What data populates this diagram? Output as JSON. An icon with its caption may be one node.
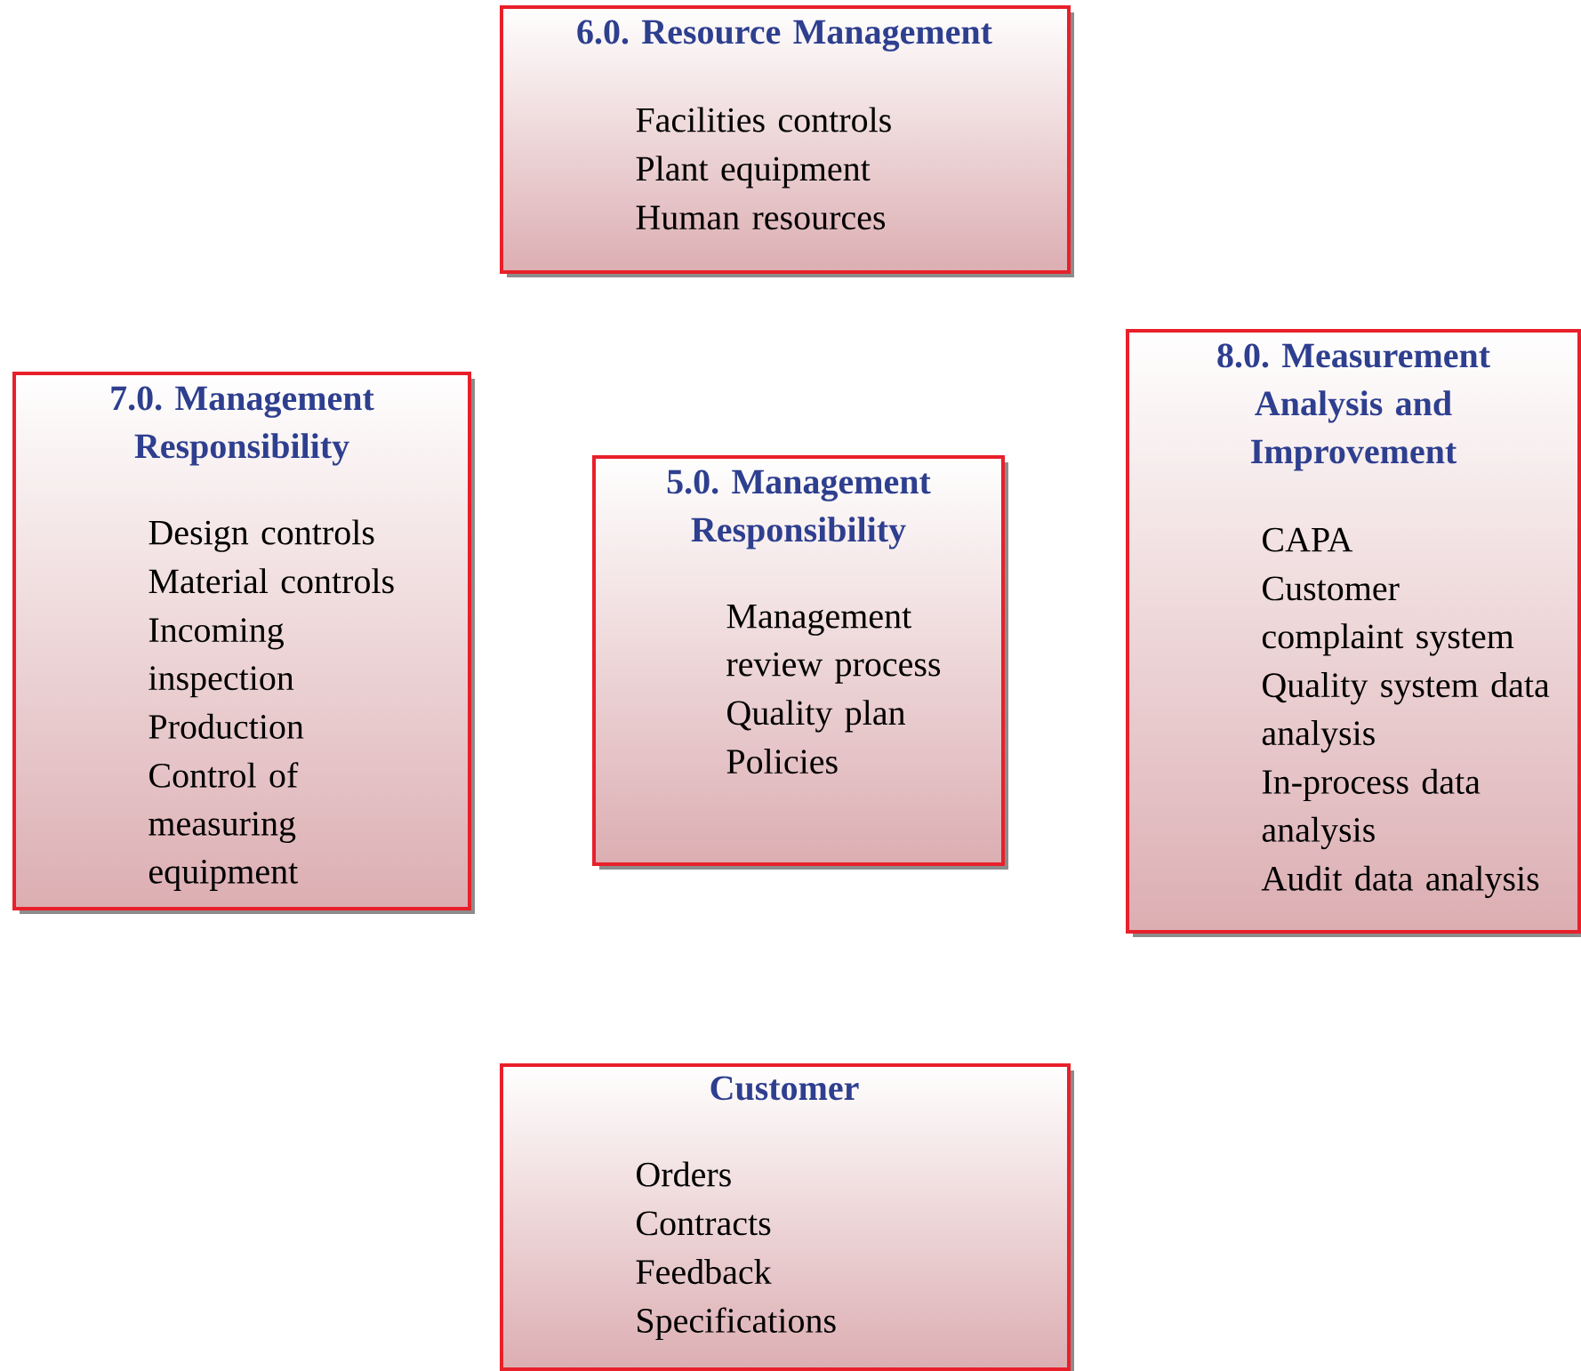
{
  "diagram": {
    "nodes": [
      {
        "text": [
          "6.0. Resource Management",
          "Facilities controls",
          "Plant equipment",
          "Human  resources"
        ]
      },
      {
        "text": [
          "7.0. Management Responsibility",
          "Design controls",
          "Material controls",
          "Incoming inspection",
          "Production",
          "Control of measuring equipment"
        ]
      },
      {
        "text": [
          "5.0. Management Responsibility",
          "Management review process",
          "Quality plan",
          "Policies"
        ]
      },
      {
        "text": [
          "8.0. Measurement Analysis and Improvement",
          "CAPA",
          "Customer complaint system",
          "Quality system data analysis",
          "In-process data analysis",
          "Audit data analysis"
        ]
      },
      {
        "text": [
          "Customer",
          "Orders",
          "Contracts",
          "Feedback",
          "Specifications"
        ]
      }
    ]
  }
}
